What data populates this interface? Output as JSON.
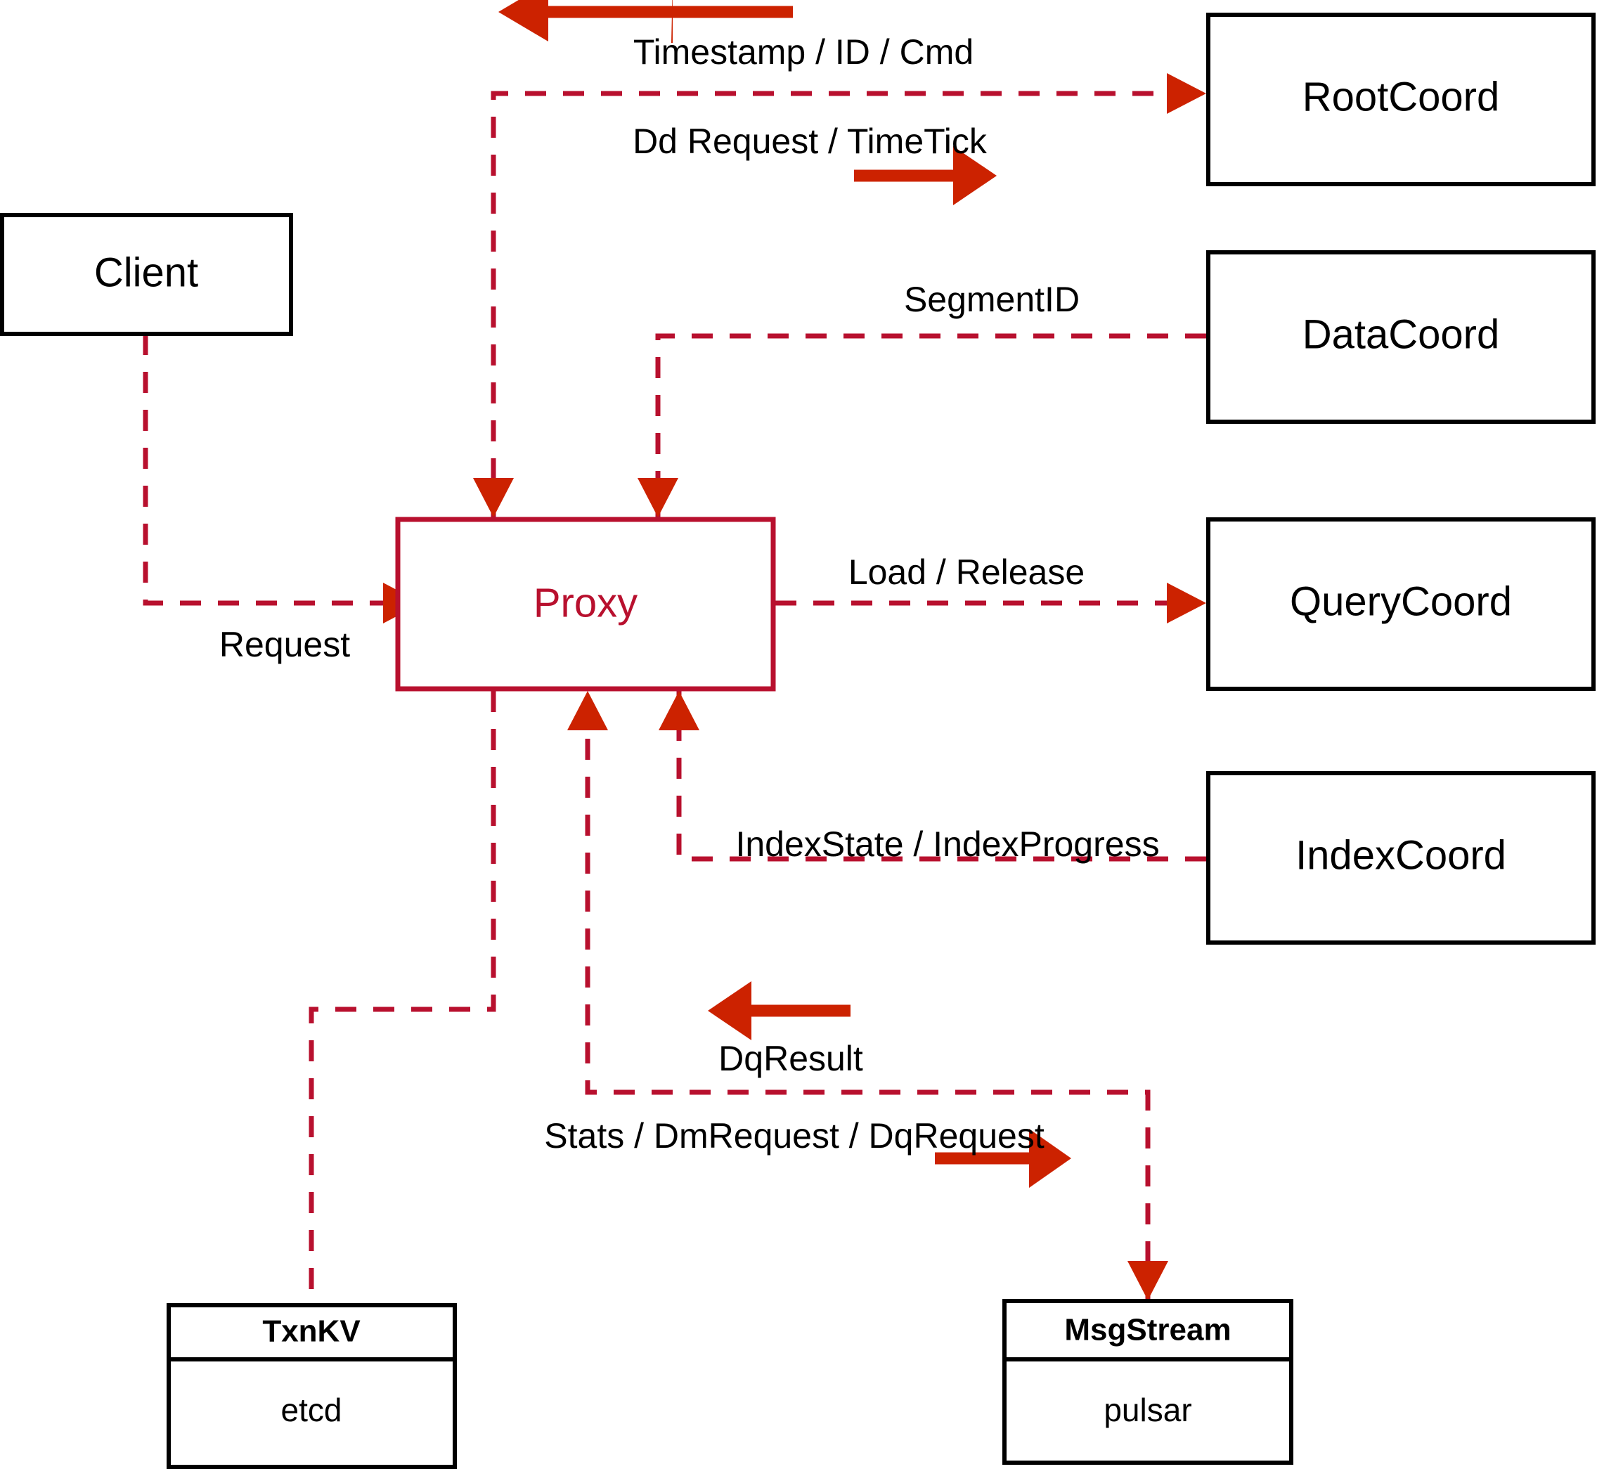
{
  "diagram": {
    "title": "Milvus Proxy architecture",
    "colors": {
      "accent": "#b8102e",
      "arrow": "#cc2200",
      "node_stroke": "#000000",
      "background": "#ffffff"
    },
    "nodes": [
      {
        "id": "client",
        "label": "Client",
        "style": "plain"
      },
      {
        "id": "proxy",
        "label": "Proxy",
        "style": "accent"
      },
      {
        "id": "rootcoord",
        "label": "RootCoord",
        "style": "plain"
      },
      {
        "id": "datacoord",
        "label": "DataCoord",
        "style": "plain"
      },
      {
        "id": "querycoord",
        "label": "QueryCoord",
        "style": "plain"
      },
      {
        "id": "indexcoord",
        "label": "IndexCoord",
        "style": "plain"
      },
      {
        "id": "txnkv",
        "label": "TxnKV",
        "sublabel": "etcd",
        "style": "split"
      },
      {
        "id": "msgstream",
        "label": "MsgStream",
        "sublabel": "pulsar",
        "style": "split"
      }
    ],
    "edges": [
      {
        "id": "client-proxy",
        "from": "client",
        "to": "proxy",
        "label": "Request"
      },
      {
        "id": "proxy-rootcoord",
        "from": "proxy",
        "to": "rootcoord",
        "label": "Dd Request / TimeTick"
      },
      {
        "id": "rootcoord-proxy",
        "from": "rootcoord",
        "to": "proxy",
        "label": "Timestamp / ID / Cmd"
      },
      {
        "id": "datacoord-proxy",
        "from": "datacoord",
        "to": "proxy",
        "label": "SegmentID"
      },
      {
        "id": "proxy-querycoord",
        "from": "proxy",
        "to": "querycoord",
        "label": "Load / Release"
      },
      {
        "id": "indexcoord-proxy",
        "from": "indexcoord",
        "to": "proxy",
        "label": "IndexState / IndexProgress"
      },
      {
        "id": "msgstream-proxy",
        "from": "msgstream",
        "to": "proxy",
        "label": "DqResult"
      },
      {
        "id": "proxy-msgstream",
        "from": "proxy",
        "to": "msgstream",
        "label": "Stats / DmRequest / DqRequest"
      },
      {
        "id": "proxy-txnkv",
        "from": "proxy",
        "to": "txnkv",
        "label": ""
      }
    ],
    "labels": {
      "client": "Client",
      "proxy": "Proxy",
      "rootcoord": "RootCoord",
      "datacoord": "DataCoord",
      "querycoord": "QueryCoord",
      "indexcoord": "IndexCoord",
      "txnkv_title": "TxnKV",
      "txnkv_impl": "etcd",
      "msgstream_title": "MsgStream",
      "msgstream_impl": "pulsar",
      "edge_timestamp_id_cmd": "Timestamp / ID / Cmd",
      "edge_dd_request_timetick": "Dd Request / TimeTick",
      "edge_segment_id": "SegmentID",
      "edge_request": "Request",
      "edge_load_release": "Load / Release",
      "edge_index_state_progress": "IndexState / IndexProgress",
      "edge_dq_result": "DqResult",
      "edge_stats_dm_dq": "Stats / DmRequest / DqRequest"
    }
  }
}
